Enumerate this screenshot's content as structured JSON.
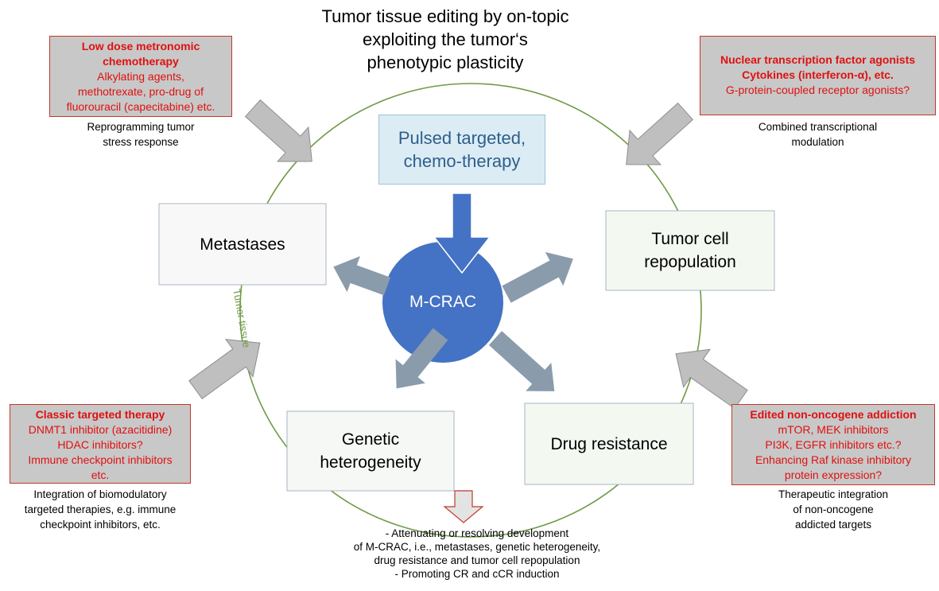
{
  "title": {
    "line1": "Tumor tissue editing by on-topic",
    "line2": "exploiting the tumor‘s",
    "line3": "phenotypic plasticity"
  },
  "circle_label": "Tumor tissue",
  "center": {
    "label": "M-CRAC",
    "color": "#4472c4"
  },
  "pulsed_box": {
    "line1": "Pulsed targeted,",
    "line2": "chemo-therapy"
  },
  "outcome_boxes": {
    "metastases": "Metastases",
    "repopulation": {
      "line1": "Tumor cell",
      "line2": "repopulation"
    },
    "heterogeneity": {
      "line1": "Genetic",
      "line2": "heterogeneity"
    },
    "resistance": "Drug resistance"
  },
  "top_left": {
    "box": [
      "Low dose metronomic",
      "chemotherapy",
      "Alkylating agents,",
      "methotrexate, pro-drug of",
      "fluorouracil (capecitabine) etc."
    ],
    "caption": [
      "Reprogramming tumor",
      "stress response"
    ]
  },
  "top_right": {
    "box": [
      "Nuclear transcription factor agonists",
      "Cytokines (interferon-α), etc.",
      "G-protein-coupled receptor agonists?"
    ],
    "caption": [
      "Combined transcriptional",
      "modulation"
    ]
  },
  "bottom_left": {
    "box": [
      "Classic targeted therapy",
      "DNMT1 inhibitor (azacitidine)",
      "HDAC inhibitors?",
      "Immune checkpoint inhibitors",
      "etc."
    ],
    "caption": [
      "Integration of biomodulatory",
      "targeted therapies, e.g. immune",
      "checkpoint inhibitors, etc."
    ]
  },
  "bottom_right": {
    "box": [
      "Edited non-oncogene addiction",
      "mTOR, MEK inhibitors",
      "PI3K, EGFR inhibitors etc.?",
      "Enhancing Raf kinase inhibitory",
      "protein expression?"
    ],
    "caption": [
      "Therapeutic integration",
      "of non-oncogene",
      "addicted targets"
    ]
  },
  "outcome_text": [
    "- Attenuating or resolving development",
    "of M-CRAC, i.e., metastases, genetic heterogeneity,",
    "drug resistance and tumor cell repopulation",
    "- Promoting CR and cCR induction"
  ],
  "colors": {
    "red_text": "#e01010",
    "circle": "#6f9a44",
    "arrow_gray": "#8a9bab",
    "outer_arrow": "#bfbfbf"
  }
}
